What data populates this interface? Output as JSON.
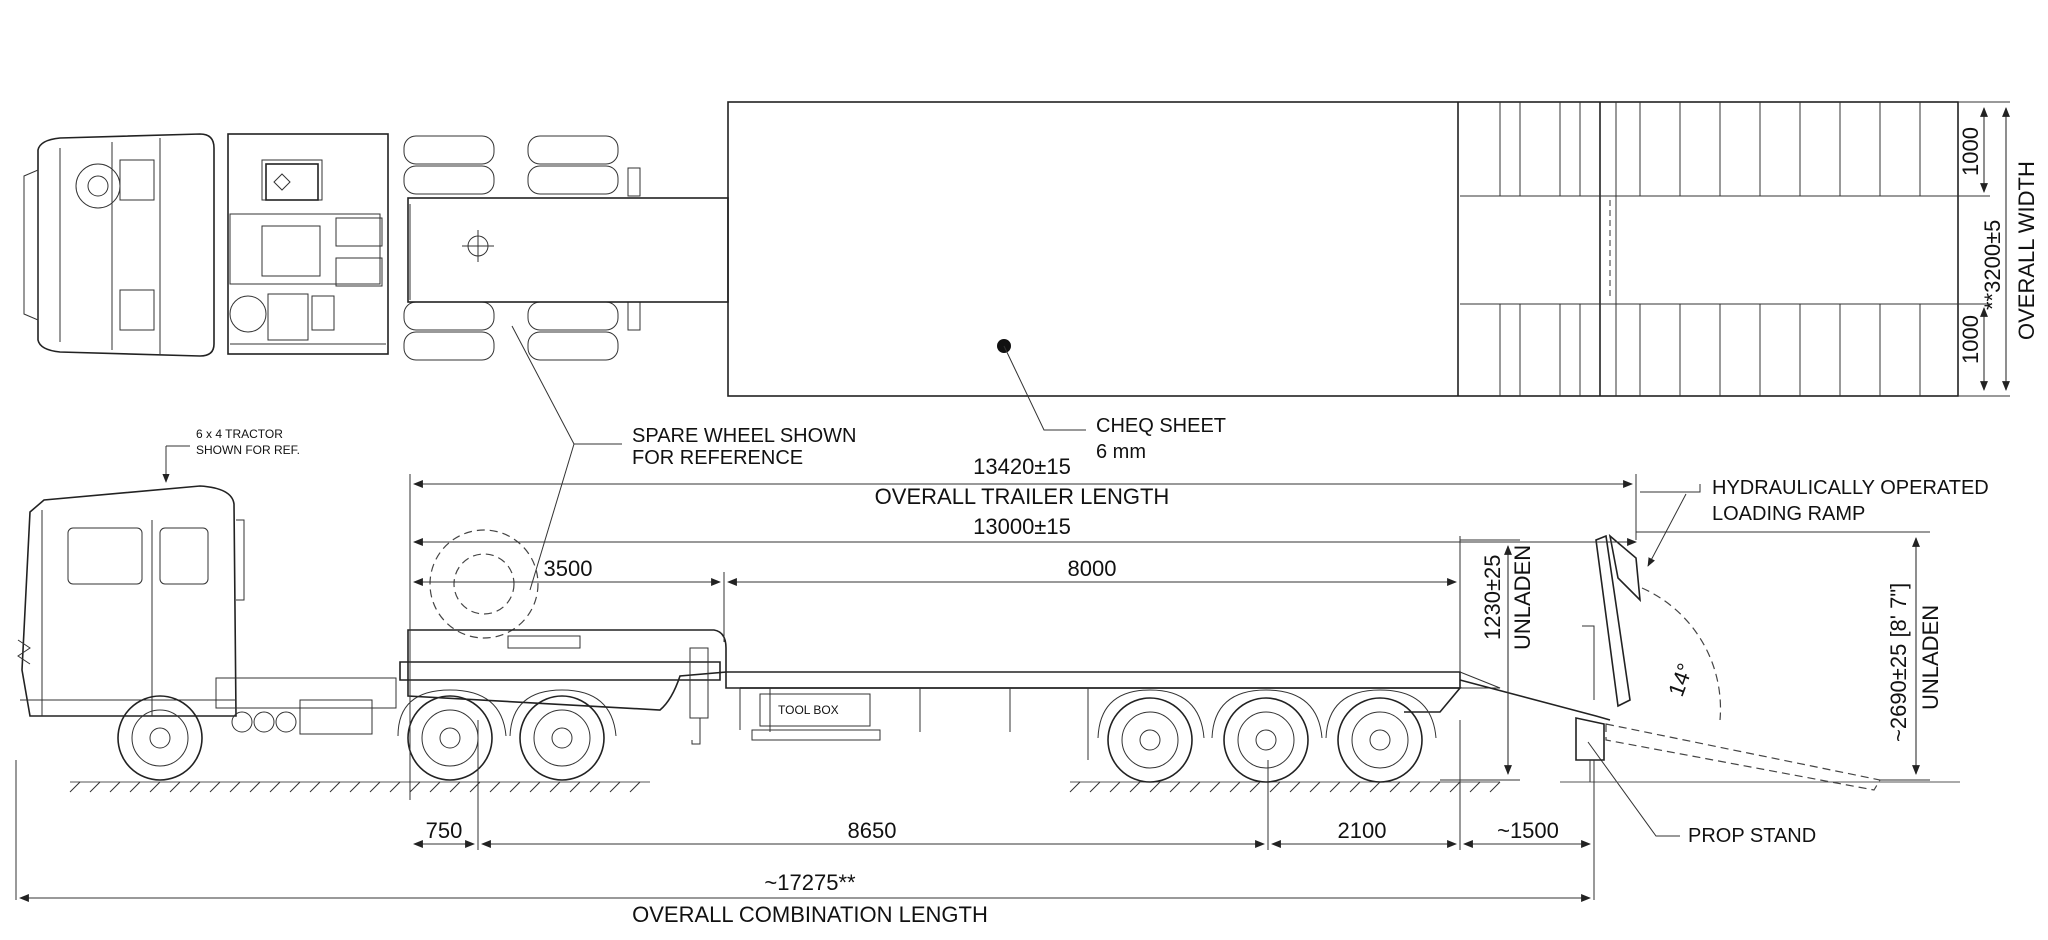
{
  "dimensions": {
    "overall_trailer_length_value": "13420±15",
    "overall_trailer_length_label": "OVERALL TRAILER LENGTH",
    "deck_length_value": "13000±15",
    "gooseneck_span": "3500",
    "lower_deck_span": "8000",
    "kingpin_offset": "750",
    "wheelbase": "8650",
    "axle_spread": "2100",
    "ramp_overhang": "~1500",
    "overall_combination_value": "~17275**",
    "overall_combination_label": "OVERALL COMBINATION LENGTH",
    "deck_height_value": "1230±25",
    "deck_height_label": "UNLADEN",
    "overall_height_value": "~2690±25 [8' 7\"]",
    "overall_height_label": "UNLADEN",
    "overall_width_value": "**3200±5",
    "overall_width_label": "OVERALL WIDTH",
    "ramp_width_top": "1000",
    "ramp_width_bottom": "1000",
    "ramp_angle": "14°"
  },
  "callouts": {
    "tractor_line1": "6 x 4 TRACTOR",
    "tractor_line2": "SHOWN FOR REF.",
    "spare_line1": "SPARE WHEEL SHOWN",
    "spare_line2": "FOR REFERENCE",
    "cheq_line1": "CHEQ SHEET",
    "cheq_line2": "6 mm",
    "ramp_line1": "HYDRAULICALLY OPERATED",
    "ramp_line2": "LOADING RAMP",
    "prop_stand": "PROP STAND",
    "tool_box": "TOOL BOX"
  }
}
